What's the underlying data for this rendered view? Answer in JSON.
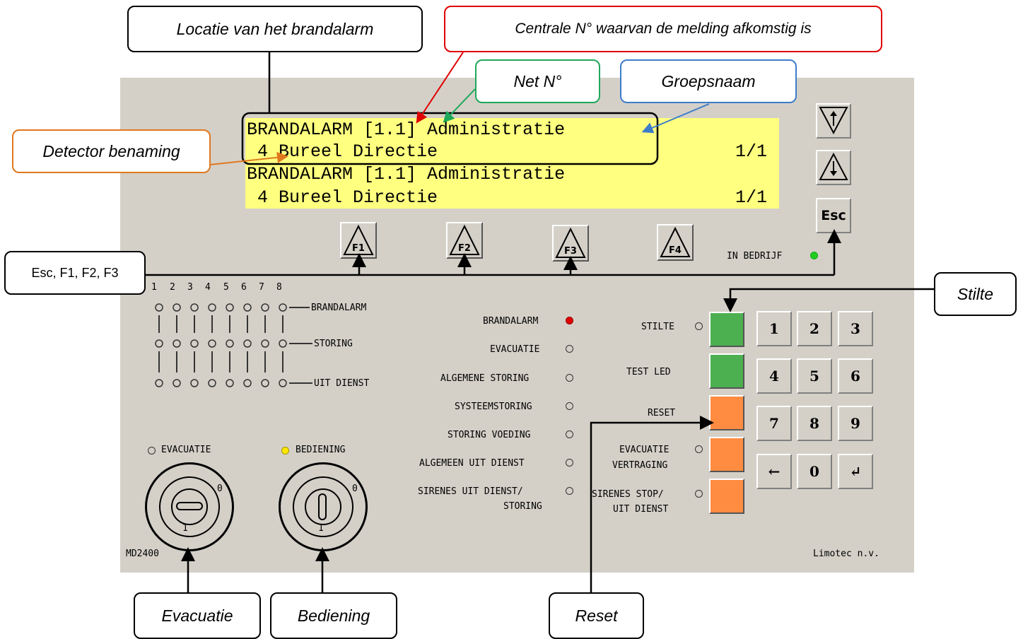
{
  "callouts": {
    "locatie": "Locatie van het brandalarm",
    "centrale": "Centrale N° waarvan de melding afkomstig is",
    "net": "Net N°",
    "groep": "Groepsnaam",
    "detector": "Detector benaming",
    "esc_f": "Esc, F1, F2, F3",
    "stilte": "Stilte",
    "evacuatie": "Evacuatie",
    "bediening": "Bediening",
    "reset": "Reset"
  },
  "lcd": {
    "line1": "BRANDALARM [1.1] Administratie",
    "line2": " 4 Bureel Directie",
    "line2_page": "1/1",
    "line3": "BRANDALARM [1.1] Administratie",
    "line4": " 4 Bureel Directie",
    "line4_page": "1/1"
  },
  "nav": {
    "esc_label": "Esc"
  },
  "function_keys": [
    "F1",
    "F2",
    "F3",
    "F4"
  ],
  "status": {
    "in_bedrijf": "IN BEDRIJF"
  },
  "zones": {
    "numbers": [
      "1",
      "2",
      "3",
      "4",
      "5",
      "6",
      "7",
      "8"
    ],
    "row_brandalarm": "BRANDALARM",
    "row_storing": "STORING",
    "row_uitdienst": "UIT DIENST"
  },
  "indicators": {
    "brandalarm": "BRANDALARM",
    "evacuatie": "EVACUATIE",
    "algemene_storing": "ALGEMENE STORING",
    "systeemstoring": "SYSTEEMSTORING",
    "storing_voeding": "STORING VOEDING",
    "algemeen_uit_dienst": "ALGEMEEN UIT DIENST",
    "sirenes_line1": "SIRENES UIT DIENST/",
    "sirenes_line2": "STORING"
  },
  "controls": {
    "stilte": "STILTE",
    "test_led": "TEST LED",
    "reset": "RESET",
    "evac_vertraging_1": "EVACUATIE",
    "evac_vertraging_2": "VERTRAGING",
    "sirenes_stop_1": "SIRENES STOP/",
    "sirenes_stop_2": "UIT DIENST"
  },
  "keypad": [
    "1",
    "2",
    "3",
    "4",
    "5",
    "6",
    "7",
    "8",
    "9",
    "←",
    "0",
    "↵"
  ],
  "keyswitches": {
    "evacuatie_label": "EVACUATIE",
    "bediening_label": "BEDIENING",
    "pos0": "0",
    "pos1": "1"
  },
  "footer": {
    "model": "MD2400",
    "brand": "Limotec n.v."
  },
  "colors": {
    "lcd_bg": "#ffff80",
    "panel_bg": "#d4d0c8",
    "green_button": "#4caf50",
    "orange_button": "#ff8c40",
    "led_red": "#e00000",
    "led_green": "#22cc22",
    "led_yellow": "#ffe600"
  }
}
